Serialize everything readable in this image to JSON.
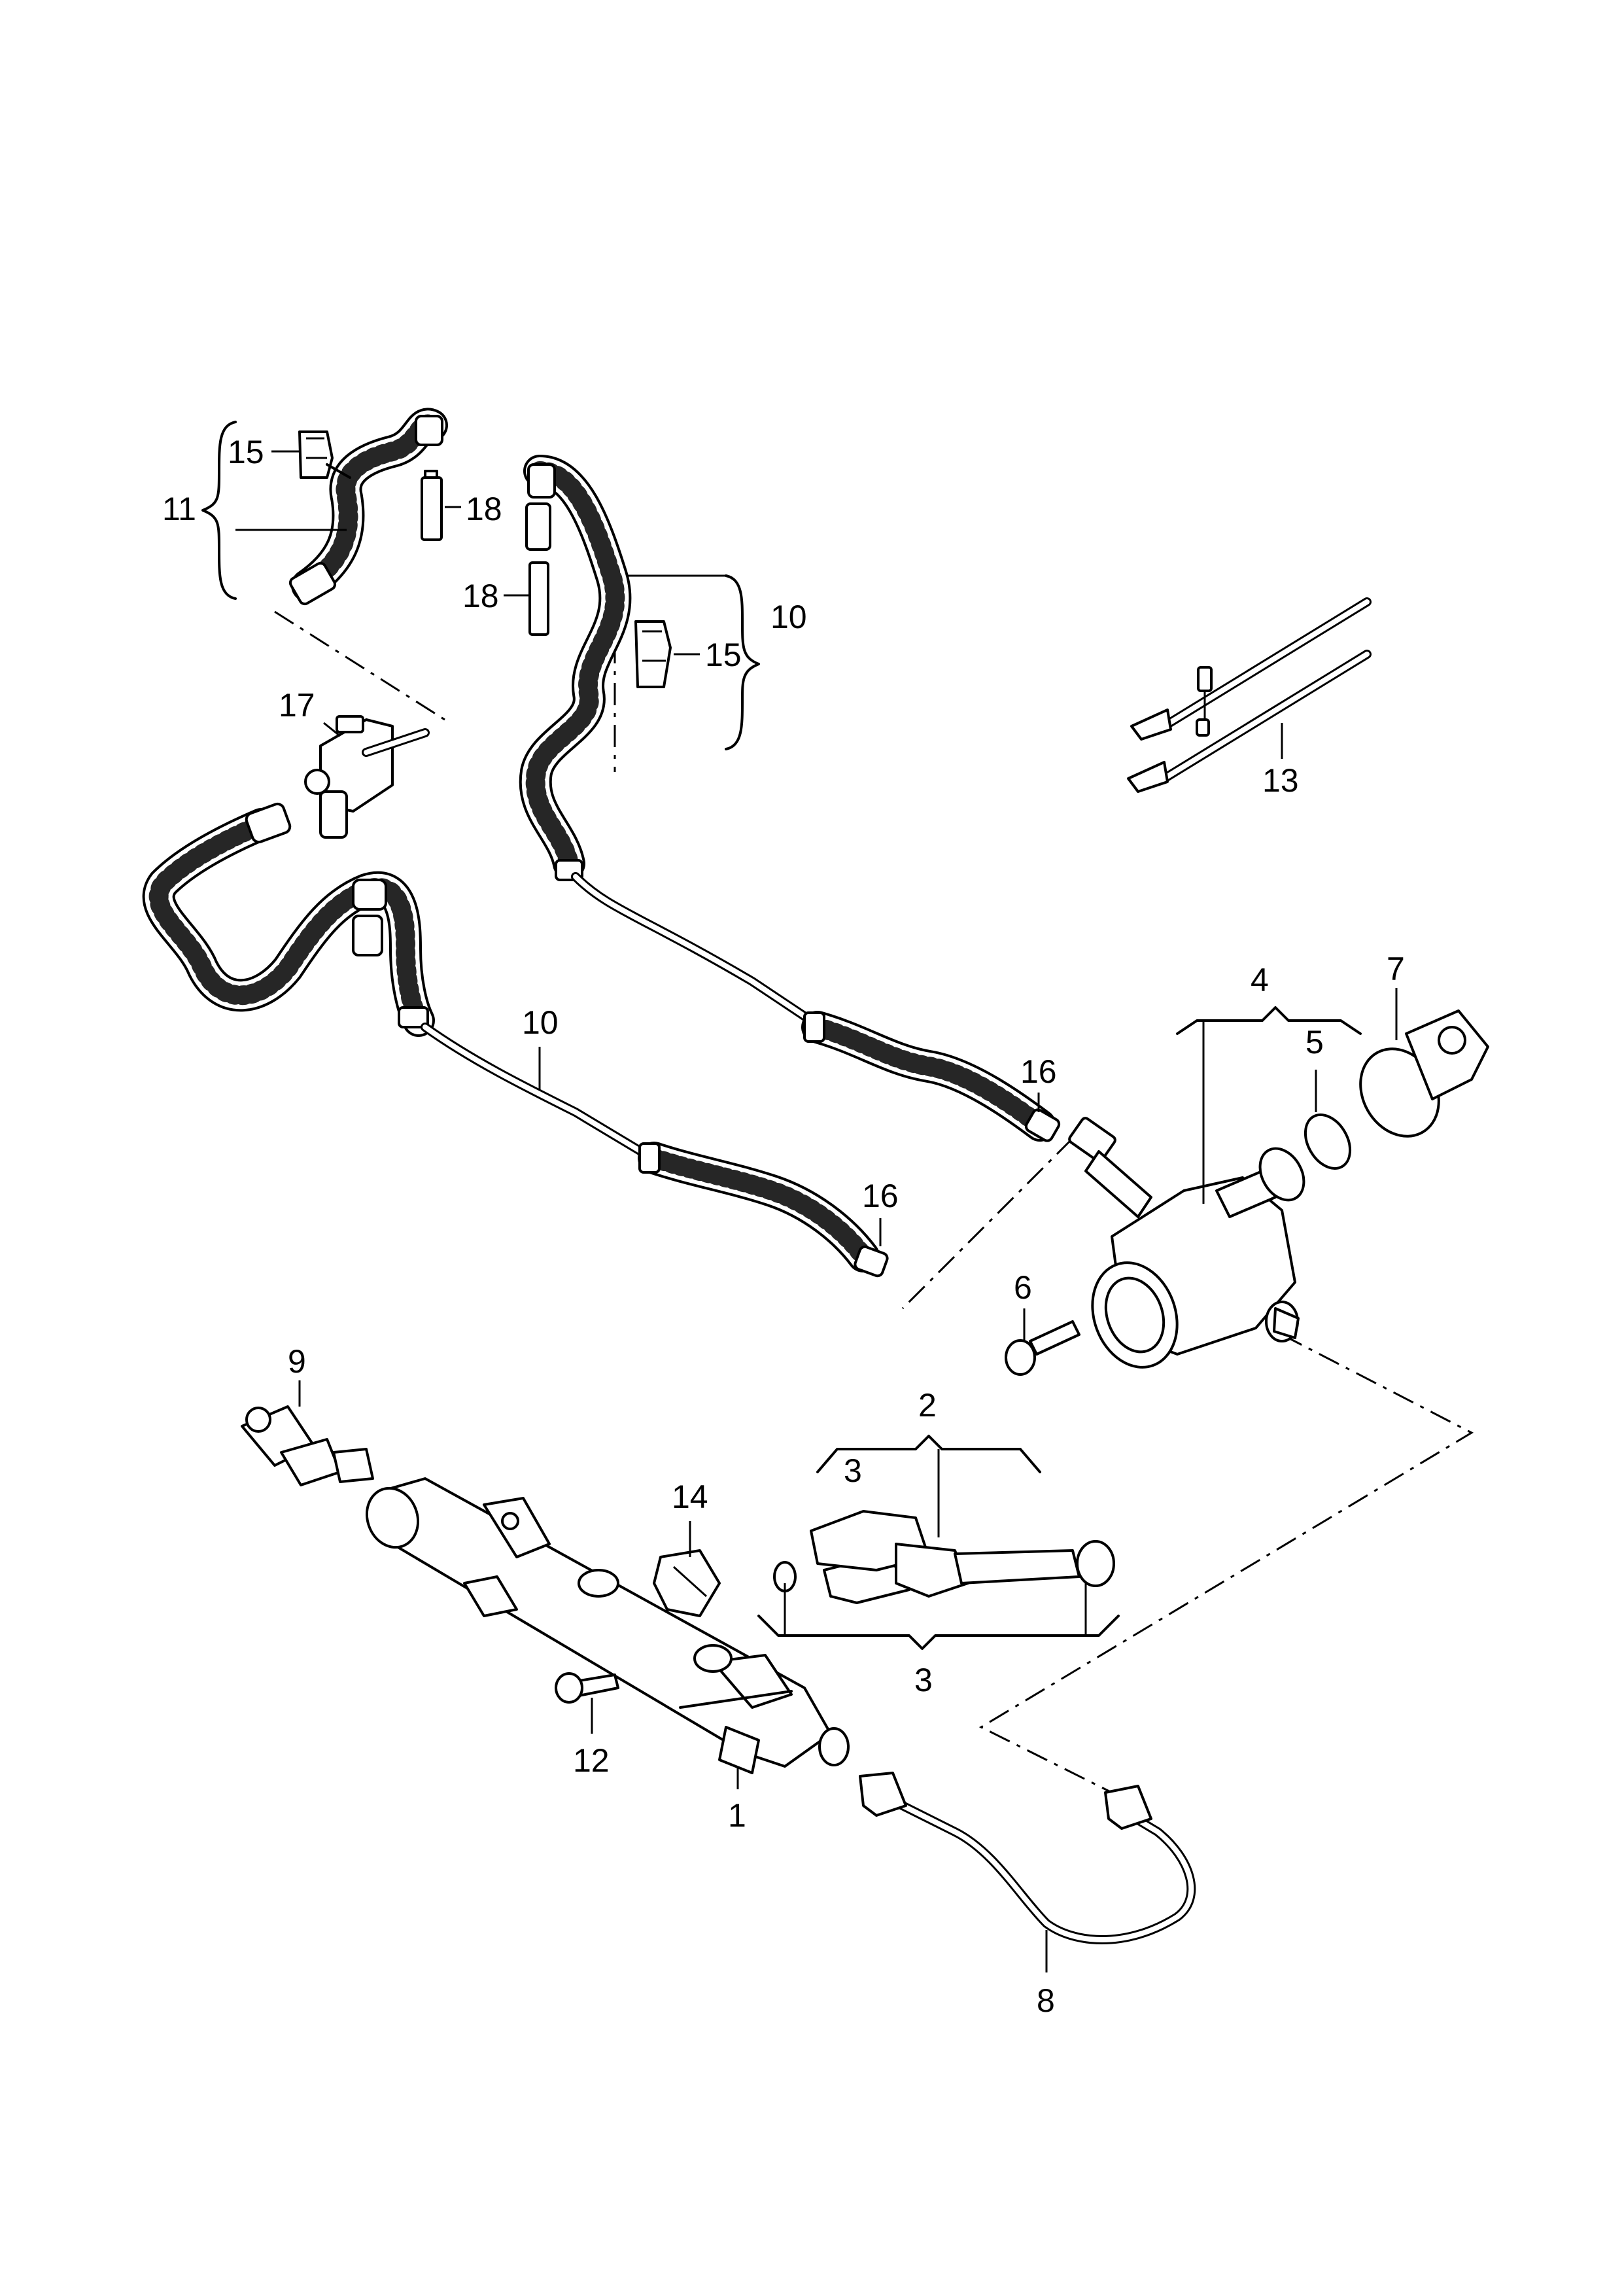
{
  "callouts": {
    "c1": "1",
    "c2": "2",
    "c3a": "3",
    "c3b": "3",
    "c4": "4",
    "c5": "5",
    "c6": "6",
    "c7": "7",
    "c8": "8",
    "c9": "9",
    "c10a": "10",
    "c10b": "10",
    "c11": "11",
    "c12": "12",
    "c13": "13",
    "c14": "14",
    "c15a": "15",
    "c15b": "15",
    "c16a": "16",
    "c16b": "16",
    "c17": "17",
    "c18a": "18",
    "c18b": "18"
  }
}
